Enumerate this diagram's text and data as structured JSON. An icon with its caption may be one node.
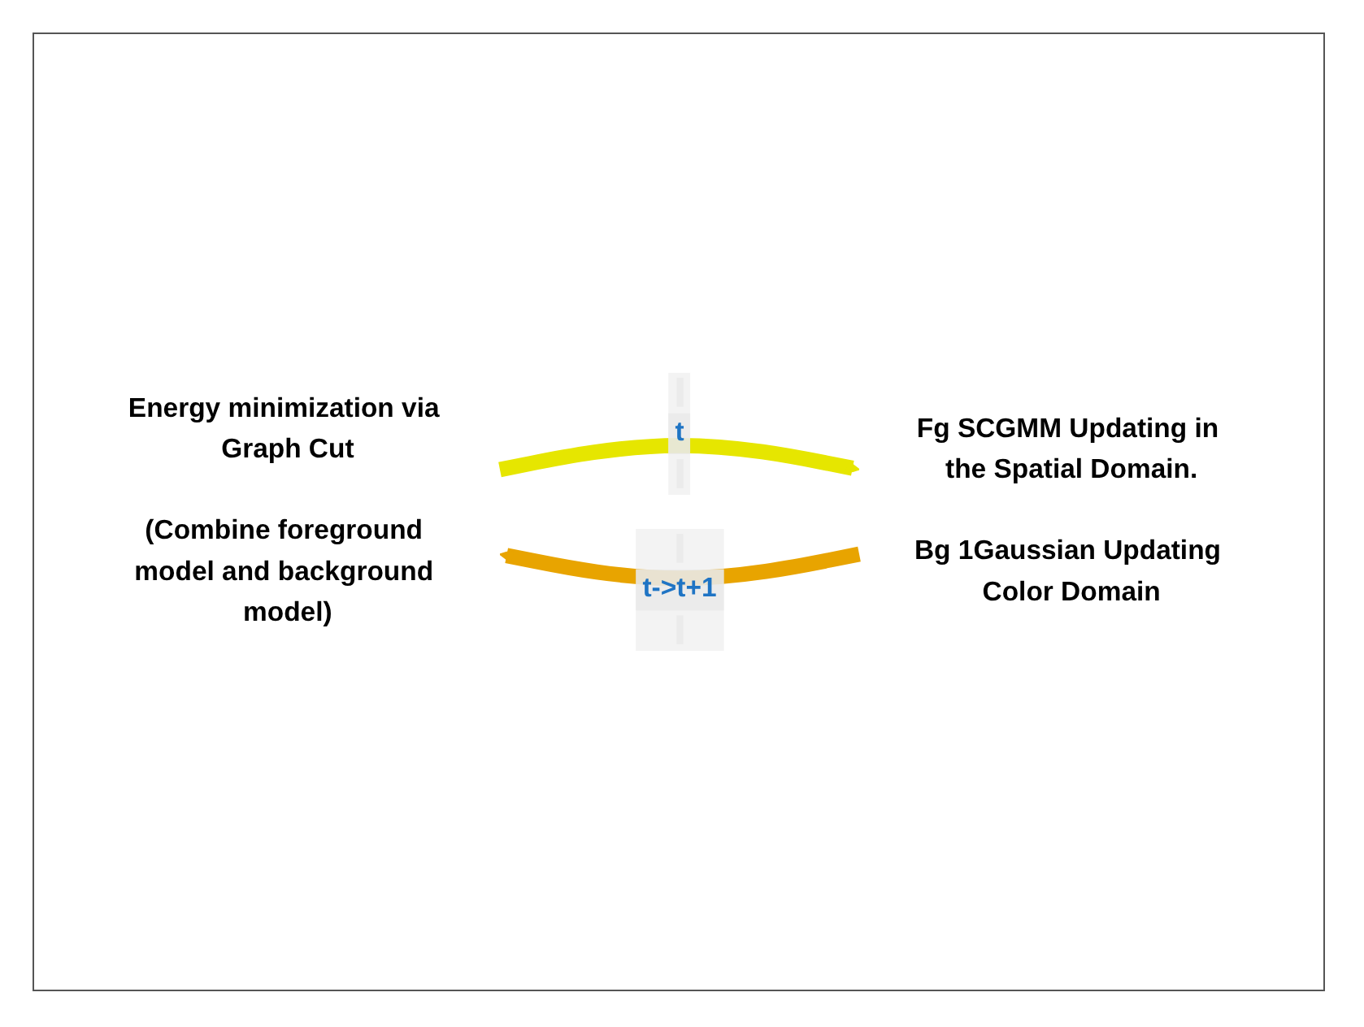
{
  "diagram": {
    "nodes": [
      {
        "text": [
          "Energy minimization via Graph Cut",
          "(Combine foreground model and background model)"
        ]
      },
      {
        "text": [
          "Fg SCGMM Updating in the Spatial Domain.",
          "Bg 1Gaussian Updating Color Domain"
        ]
      }
    ],
    "edges": [
      {
        "from": 0,
        "to": 1,
        "arrow": "to",
        "label": "t",
        "color": "#e6e600"
      },
      {
        "from": 1,
        "to": 0,
        "arrow": "to",
        "label": "t->t+1",
        "color": "#e8a400"
      }
    ]
  }
}
